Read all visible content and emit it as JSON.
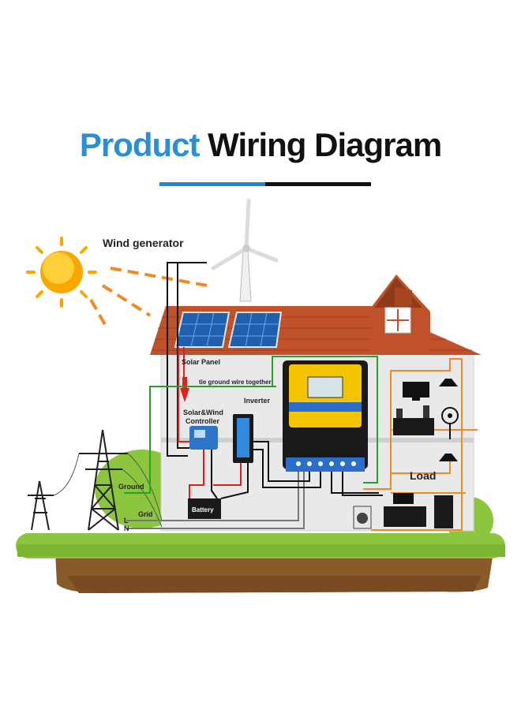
{
  "title": {
    "part1": "Product",
    "part2": "Wiring Diagram"
  },
  "labels": {
    "wind": "Wind generator",
    "solar": "Solar Panel",
    "tie": "tie ground wire together",
    "controller1": "Solar&Wind",
    "controller2": "Controller",
    "inverter": "Inverter",
    "ground": "Ground",
    "grid": "Grid",
    "l": "L",
    "n": "N",
    "battery": "Battery",
    "load": "Load"
  },
  "colors": {
    "accent_blue": "#2a8fd6",
    "roof": "#c0522b",
    "grass": "#8cc63f",
    "soil": "#8a5a2b",
    "sun": "#f6a800",
    "wire_red": "#e02020",
    "wire_green": "#2aa02a",
    "wire_orange": "#f08a24",
    "wire_black": "#111111",
    "ats_yellow": "#f5c400"
  },
  "icons": [
    "sun-icon",
    "wind-turbine-icon",
    "solar-panel-icon",
    "power-tower-icon",
    "tv-icon",
    "fan-icon",
    "lamp-icon",
    "microwave-icon",
    "fridge-icon",
    "washer-icon"
  ]
}
